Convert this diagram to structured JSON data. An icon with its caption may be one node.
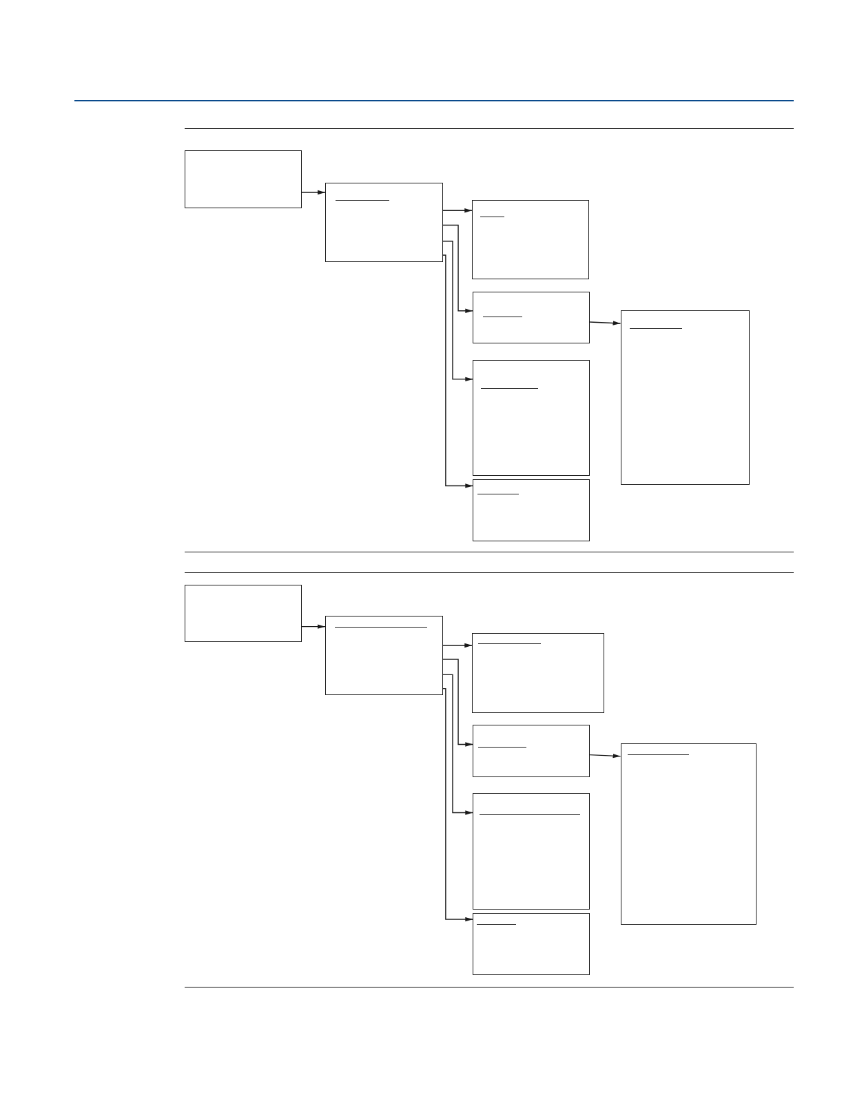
{
  "diagram": {
    "nodes": [
      {
        "text": [],
        "shape": "box"
      },
      {
        "text": [],
        "shape": "box"
      },
      {
        "text": [],
        "shape": "box"
      },
      {
        "text": [],
        "shape": "box"
      },
      {
        "text": [],
        "shape": "box"
      },
      {
        "text": [],
        "shape": "box"
      },
      {
        "text": [],
        "shape": "box"
      },
      {
        "text": [],
        "shape": "box"
      },
      {
        "text": [],
        "shape": "box"
      },
      {
        "text": [],
        "shape": "box"
      },
      {
        "text": [],
        "shape": "box"
      },
      {
        "text": [],
        "shape": "box"
      },
      {
        "text": [],
        "shape": "box"
      },
      {
        "text": [],
        "shape": "box"
      }
    ],
    "edges": [
      {
        "from": 0,
        "to": 1,
        "arrow": "to"
      },
      {
        "from": 1,
        "to": 2,
        "arrow": "to"
      },
      {
        "from": 1,
        "to": 3,
        "arrow": "to"
      },
      {
        "from": 1,
        "to": 4,
        "arrow": "to"
      },
      {
        "from": 1,
        "to": 5,
        "arrow": "to"
      },
      {
        "from": 3,
        "to": 6,
        "arrow": "to"
      },
      {
        "from": 7,
        "to": 8,
        "arrow": "to"
      },
      {
        "from": 8,
        "to": 9,
        "arrow": "to"
      },
      {
        "from": 8,
        "to": 10,
        "arrow": "to"
      },
      {
        "from": 8,
        "to": 11,
        "arrow": "to"
      },
      {
        "from": 8,
        "to": 12,
        "arrow": "to"
      },
      {
        "from": 10,
        "to": 13,
        "arrow": "to"
      }
    ]
  }
}
